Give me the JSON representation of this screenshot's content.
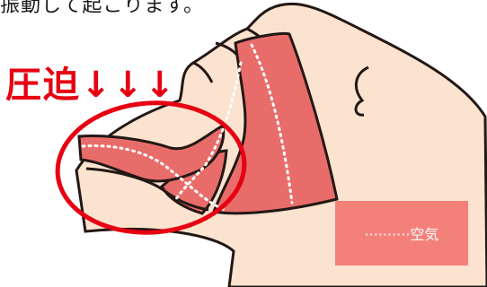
{
  "caption_top": "振動して起こります。",
  "pressure_label": "圧迫↓↓↓",
  "legend": {
    "text": "··········空気"
  },
  "colors": {
    "skin": "#fbe3cf",
    "airway": "#e86d6a",
    "outline": "#231815",
    "highlight": "#e60012",
    "legend_bg": "#f4807a"
  }
}
